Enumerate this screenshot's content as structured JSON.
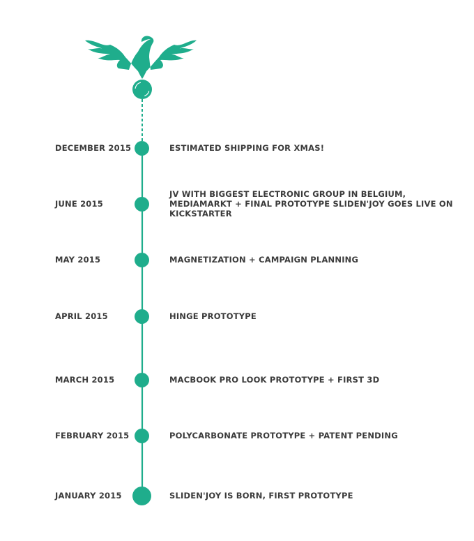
{
  "accent_color": "#1fad8c",
  "text_color": "#3b3b3b",
  "logo": {
    "icon": "phoenix-bird-icon"
  },
  "events": [
    {
      "date": "December 2015",
      "text": "Estimated shipping for Xmas!"
    },
    {
      "date": "June 2015",
      "text": "JV with biggest electronic group in Belgium, MediaMarkt + final prototype Sliden'Joy goes live on Kickstarter"
    },
    {
      "date": "May 2015",
      "text": "Magnetization + Campaign planning"
    },
    {
      "date": "April 2015",
      "text": "Hinge prototype"
    },
    {
      "date": "March 2015",
      "text": "MacBook Pro look prototype + first 3D"
    },
    {
      "date": "February 2015",
      "text": "Polycarbonate prototype +  Patent pending"
    },
    {
      "date": "January 2015",
      "text": "Sliden'Joy is born, first prototype"
    }
  ]
}
